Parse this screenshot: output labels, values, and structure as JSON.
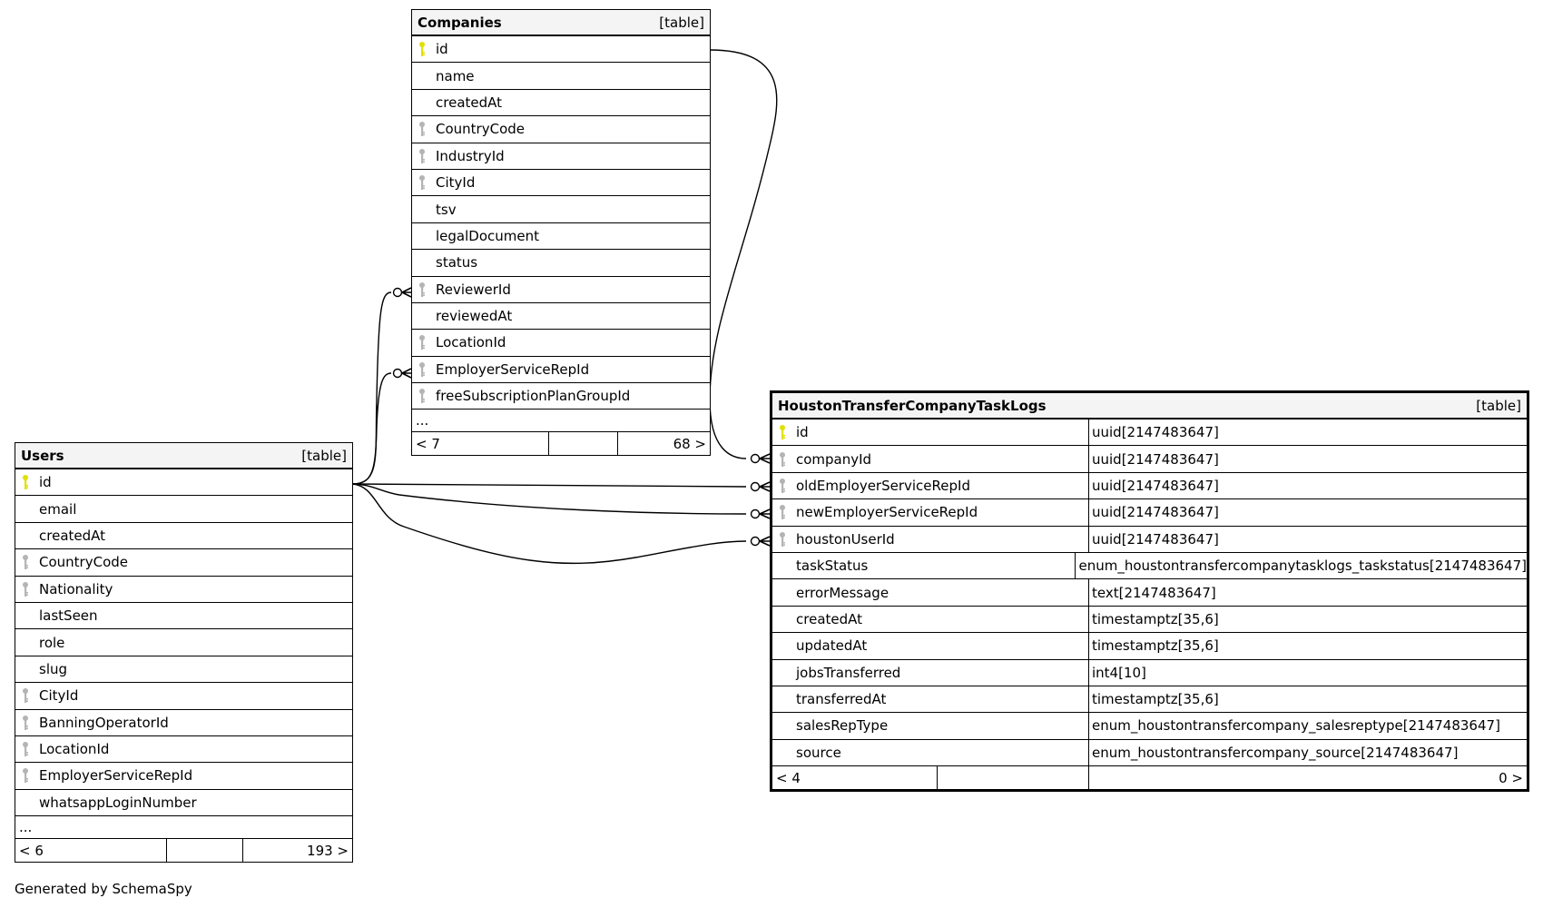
{
  "footer_text": "Generated by SchemaSpy",
  "colors": {
    "primary_key": "#e0e000",
    "foreign_key": "#b4b4b4",
    "header_bg": "#f4f4f4",
    "line": "#000000"
  },
  "tables": {
    "companies": {
      "name": "Companies",
      "kind": "[table]",
      "columns": [
        {
          "name": "id",
          "key": "primary"
        },
        {
          "name": "name",
          "key": "none"
        },
        {
          "name": "createdAt",
          "key": "none"
        },
        {
          "name": "CountryCode",
          "key": "foreign"
        },
        {
          "name": "IndustryId",
          "key": "foreign"
        },
        {
          "name": "CityId",
          "key": "foreign"
        },
        {
          "name": "tsv",
          "key": "none"
        },
        {
          "name": "legalDocument",
          "key": "none"
        },
        {
          "name": "status",
          "key": "none"
        },
        {
          "name": "ReviewerId",
          "key": "foreign"
        },
        {
          "name": "reviewedAt",
          "key": "none"
        },
        {
          "name": "LocationId",
          "key": "foreign"
        },
        {
          "name": "EmployerServiceRepId",
          "key": "foreign"
        },
        {
          "name": "freeSubscriptionPlanGroupId",
          "key": "foreign"
        }
      ],
      "more": "...",
      "parents": "< 7",
      "children": "68 >"
    },
    "users": {
      "name": "Users",
      "kind": "[table]",
      "columns": [
        {
          "name": "id",
          "key": "primary"
        },
        {
          "name": "email",
          "key": "none"
        },
        {
          "name": "createdAt",
          "key": "none"
        },
        {
          "name": "CountryCode",
          "key": "foreign"
        },
        {
          "name": "Nationality",
          "key": "foreign"
        },
        {
          "name": "lastSeen",
          "key": "none"
        },
        {
          "name": "role",
          "key": "none"
        },
        {
          "name": "slug",
          "key": "none"
        },
        {
          "name": "CityId",
          "key": "foreign"
        },
        {
          "name": "BanningOperatorId",
          "key": "foreign"
        },
        {
          "name": "LocationId",
          "key": "foreign"
        },
        {
          "name": "EmployerServiceRepId",
          "key": "foreign"
        },
        {
          "name": "whatsappLoginNumber",
          "key": "none"
        }
      ],
      "more": "...",
      "parents": "< 6",
      "children": "193 >"
    },
    "houston": {
      "name": "HoustonTransferCompanyTaskLogs",
      "kind": "[table]",
      "columns": [
        {
          "name": "id",
          "key": "primary",
          "type": "uuid[2147483647]"
        },
        {
          "name": "companyId",
          "key": "foreign",
          "type": "uuid[2147483647]"
        },
        {
          "name": "oldEmployerServiceRepId",
          "key": "foreign",
          "type": "uuid[2147483647]"
        },
        {
          "name": "newEmployerServiceRepId",
          "key": "foreign",
          "type": "uuid[2147483647]"
        },
        {
          "name": "houstonUserId",
          "key": "foreign",
          "type": "uuid[2147483647]"
        },
        {
          "name": "taskStatus",
          "key": "none",
          "type": "enum_houstontransfercompanytasklogs_taskstatus[2147483647]"
        },
        {
          "name": "errorMessage",
          "key": "none",
          "type": "text[2147483647]"
        },
        {
          "name": "createdAt",
          "key": "none",
          "type": "timestamptz[35,6]"
        },
        {
          "name": "updatedAt",
          "key": "none",
          "type": "timestamptz[35,6]"
        },
        {
          "name": "jobsTransferred",
          "key": "none",
          "type": "int4[10]"
        },
        {
          "name": "transferredAt",
          "key": "none",
          "type": "timestamptz[35,6]"
        },
        {
          "name": "salesRepType",
          "key": "none",
          "type": "enum_houstontransfercompany_salesreptype[2147483647]"
        },
        {
          "name": "source",
          "key": "none",
          "type": "enum_houstontransfercompany_source[2147483647]"
        }
      ],
      "parents": "< 4",
      "children": "0 >"
    }
  },
  "relationships": [
    {
      "from": "Companies.id",
      "to": "HoustonTransferCompanyTaskLogs.companyId",
      "cardinality": "zero-or-many"
    },
    {
      "from": "Users.id",
      "to": "Companies.ReviewerId",
      "cardinality": "zero-or-many"
    },
    {
      "from": "Users.id",
      "to": "Companies.EmployerServiceRepId",
      "cardinality": "zero-or-many"
    },
    {
      "from": "Users.id",
      "to": "HoustonTransferCompanyTaskLogs.oldEmployerServiceRepId",
      "cardinality": "zero-or-many"
    },
    {
      "from": "Users.id",
      "to": "HoustonTransferCompanyTaskLogs.newEmployerServiceRepId",
      "cardinality": "zero-or-many"
    },
    {
      "from": "Users.id",
      "to": "HoustonTransferCompanyTaskLogs.houstonUserId",
      "cardinality": "zero-or-many"
    }
  ]
}
